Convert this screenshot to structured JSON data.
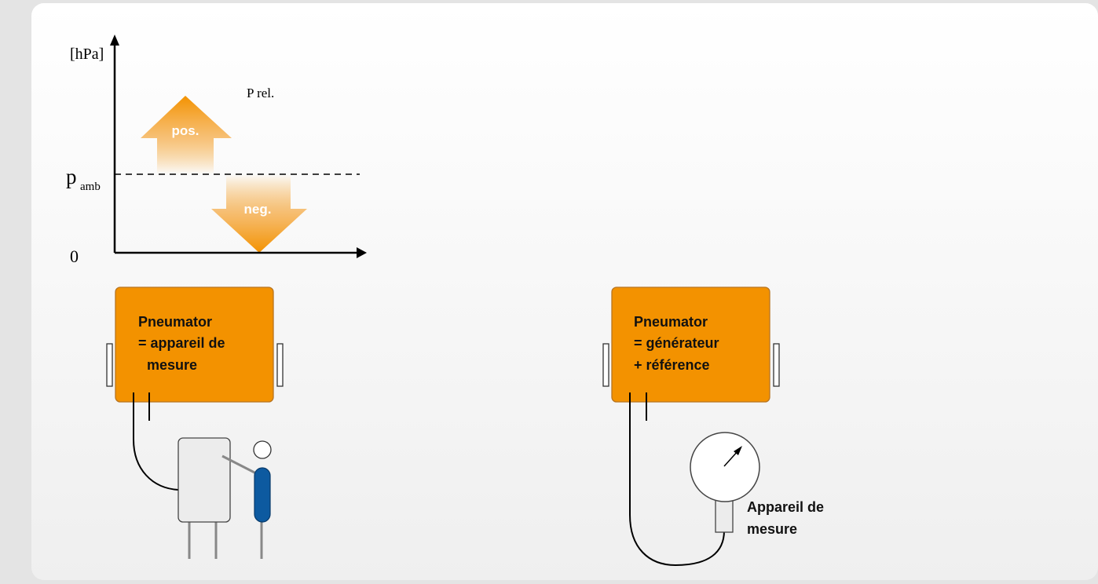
{
  "graph": {
    "y_unit": "[hPa]",
    "p_amb_main": "p",
    "p_amb_sub": "amb",
    "zero": "0",
    "p_rel": "P rel.",
    "pos_label": "pos.",
    "neg_label": "neg."
  },
  "left_device": {
    "line1": "Pneumator",
    "line2": "= appareil de",
    "line3": "mesure"
  },
  "right_device": {
    "line1": "Pneumator",
    "line2": "= générateur",
    "line3": "+ référence"
  },
  "gauge": {
    "label_line1": "Appareil de",
    "label_line2": "mesure"
  },
  "colors": {
    "orange": "#f39200",
    "dark_orange": "#c8781a",
    "blue": "#0d5aa0",
    "panel": "#f5f5f5"
  }
}
